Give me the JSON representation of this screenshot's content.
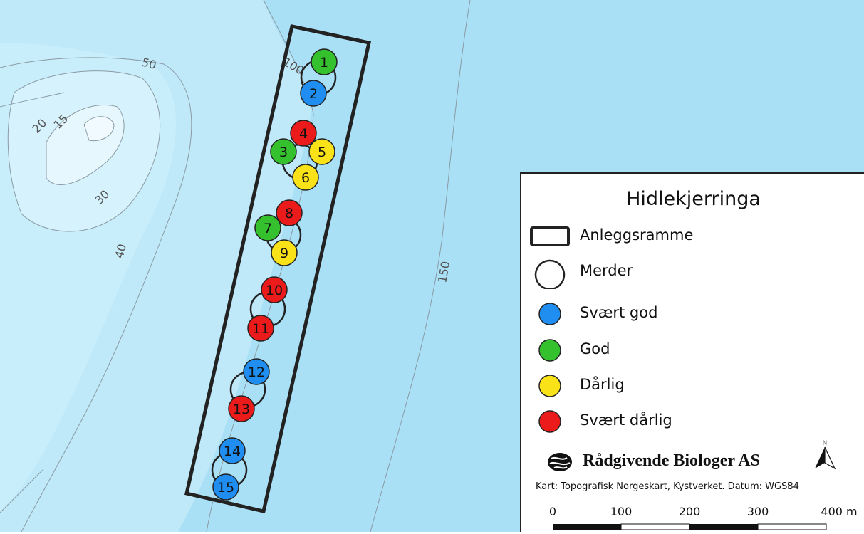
{
  "map": {
    "depth_labels": [
      "50",
      "20",
      "15",
      "30",
      "40",
      "100",
      "150"
    ],
    "stations": [
      {
        "number": "1",
        "class": "God"
      },
      {
        "number": "2",
        "class": "Svært god"
      },
      {
        "number": "3",
        "class": "God"
      },
      {
        "number": "4",
        "class": "Svært dårlig"
      },
      {
        "number": "5",
        "class": "Dårlig"
      },
      {
        "number": "6",
        "class": "Dårlig"
      },
      {
        "number": "7",
        "class": "God"
      },
      {
        "number": "8",
        "class": "Svært dårlig"
      },
      {
        "number": "9",
        "class": "Dårlig"
      },
      {
        "number": "10",
        "class": "Svært dårlig"
      },
      {
        "number": "11",
        "class": "Svært dårlig"
      },
      {
        "number": "12",
        "class": "Svært god"
      },
      {
        "number": "13",
        "class": "Svært dårlig"
      },
      {
        "number": "14",
        "class": "Svært god"
      },
      {
        "number": "15",
        "class": "Svært god"
      }
    ],
    "colors": {
      "sea_deep": "#a9e0f6",
      "sea_shallow": "#d2f1fc",
      "contour": "#8a9aa3",
      "svaert_god": "#1f8ef0",
      "god": "#35c02e",
      "darlig": "#f9e218",
      "svaert_darlig": "#ec1b1b"
    }
  },
  "legend": {
    "title": "Hidlekjerringa",
    "items": [
      {
        "label": "Anleggsramme",
        "symbol": "rectangle"
      },
      {
        "label": "Merder",
        "symbol": "open-circle"
      },
      {
        "label": "Svært god",
        "symbol": "circle",
        "color": "#1f8ef0"
      },
      {
        "label": "God",
        "symbol": "circle",
        "color": "#35c02e"
      },
      {
        "label": "Dårlig",
        "symbol": "circle",
        "color": "#f9e218"
      },
      {
        "label": "Svært dårlig",
        "symbol": "circle",
        "color": "#ec1b1b"
      }
    ],
    "company": "Rådgivende Biologer AS",
    "credits": "Kart: Topografisk Norgeskart, Kystverket. Datum: WGS84",
    "north_label": "N",
    "scale_labels": [
      "0",
      "100",
      "200",
      "300",
      "400 m"
    ]
  }
}
